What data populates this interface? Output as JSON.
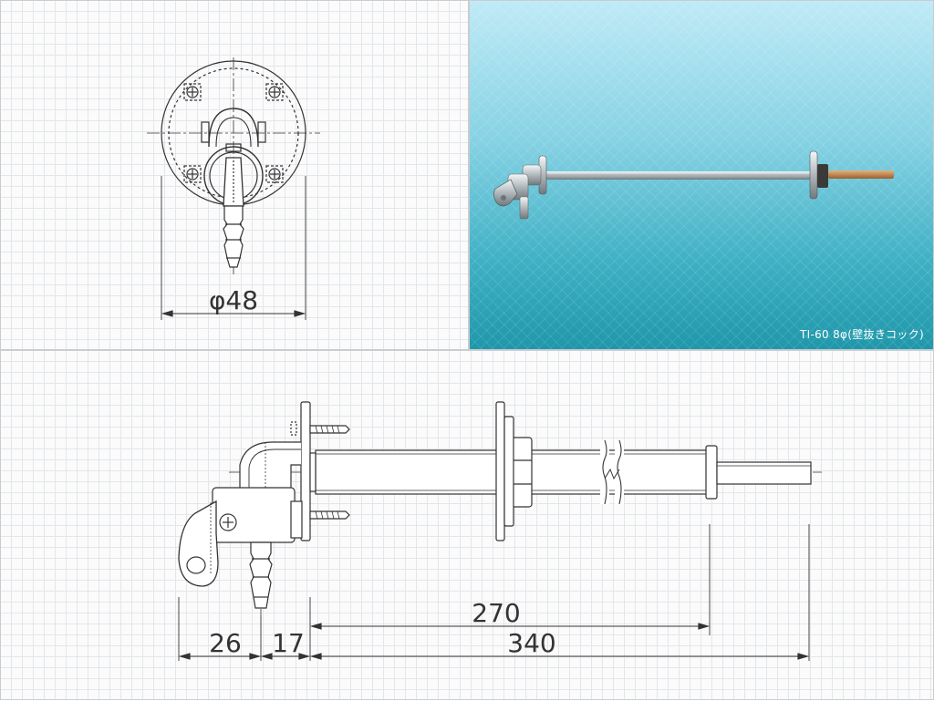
{
  "dimensions": {
    "diameter": "φ48",
    "d26": "26",
    "d17": "17",
    "d270": "270",
    "d340": "340"
  },
  "photo": {
    "caption": "TI-60 8φ(壁抜きコック)"
  },
  "colors": {
    "line": "#333333",
    "photo_top": "#bfeaf6",
    "photo_bottom": "#1f97aa"
  }
}
